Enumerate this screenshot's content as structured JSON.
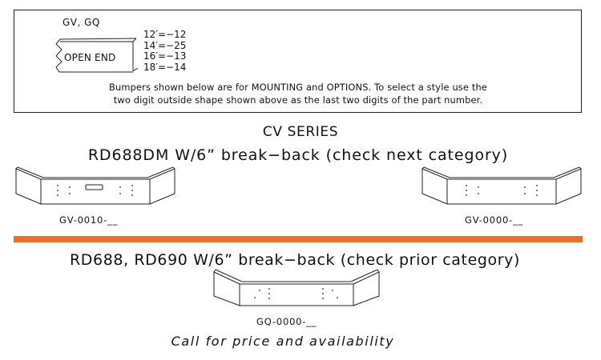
{
  "legend": {
    "series_code": "GV, GQ",
    "shape_label": "OPEN END",
    "lengths": [
      "12′=−12",
      "14′=−25",
      "16′=−13",
      "18′=−14"
    ],
    "instructions_line1": "Bumpers shown below are for MOUNTING and OPTIONS. To select a style use the",
    "instructions_line2": "two digit outside shape shown above as the last two digits of the part number."
  },
  "section_cv": {
    "title": "CV SERIES",
    "subtitle": "RD688DM W/6” break−back (check next category)",
    "bumpers": [
      {
        "part_number": "GV-0010-__",
        "variant": "with-light-slot"
      },
      {
        "part_number": "GV-0000-__",
        "variant": "plain"
      }
    ]
  },
  "divider": {
    "color": "#f26c27"
  },
  "section_rd": {
    "subtitle": "RD688, RD690 W/6” break−back (check prior category)",
    "bumpers": [
      {
        "part_number": "GQ-0000-__",
        "variant": "plain"
      }
    ]
  },
  "footer": {
    "cta": "Call for price and availability"
  }
}
